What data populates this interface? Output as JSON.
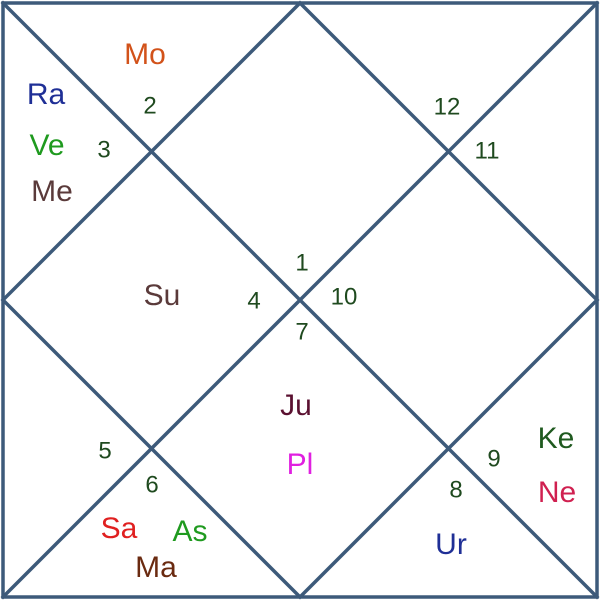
{
  "houses": [
    {
      "number": "1"
    },
    {
      "number": "2"
    },
    {
      "number": "3"
    },
    {
      "number": "4"
    },
    {
      "number": "5"
    },
    {
      "number": "6"
    },
    {
      "number": "7"
    },
    {
      "number": "8"
    },
    {
      "number": "9"
    },
    {
      "number": "10"
    },
    {
      "number": "11"
    },
    {
      "number": "12"
    }
  ],
  "planets": [
    {
      "key": "mo",
      "label": "Mo",
      "house": 2,
      "color": "#d2521a"
    },
    {
      "key": "ra",
      "label": "Ra",
      "house": 3,
      "color": "#1f2f96"
    },
    {
      "key": "ve",
      "label": "Ve",
      "house": 3,
      "color": "#1f9a1f"
    },
    {
      "key": "me",
      "label": "Me",
      "house": 3,
      "color": "#5a3a3a"
    },
    {
      "key": "su",
      "label": "Su",
      "house": 4,
      "color": "#5a3a3a"
    },
    {
      "key": "ju",
      "label": "Ju",
      "house": 7,
      "color": "#5a1030"
    },
    {
      "key": "pl",
      "label": "Pl",
      "house": 7,
      "color": "#e020e0"
    },
    {
      "key": "sa",
      "label": "Sa",
      "house": 6,
      "color": "#e02020"
    },
    {
      "key": "as",
      "label": "As",
      "house": 6,
      "color": "#1f9a1f"
    },
    {
      "key": "ma",
      "label": "Ma",
      "house": 6,
      "color": "#6a2a10"
    },
    {
      "key": "ur",
      "label": "Ur",
      "house": 8,
      "color": "#1f2f96"
    },
    {
      "key": "ke",
      "label": "Ke",
      "house": 9,
      "color": "#1f5a1f"
    },
    {
      "key": "ne",
      "label": "Ne",
      "house": 9,
      "color": "#d02050"
    }
  ]
}
